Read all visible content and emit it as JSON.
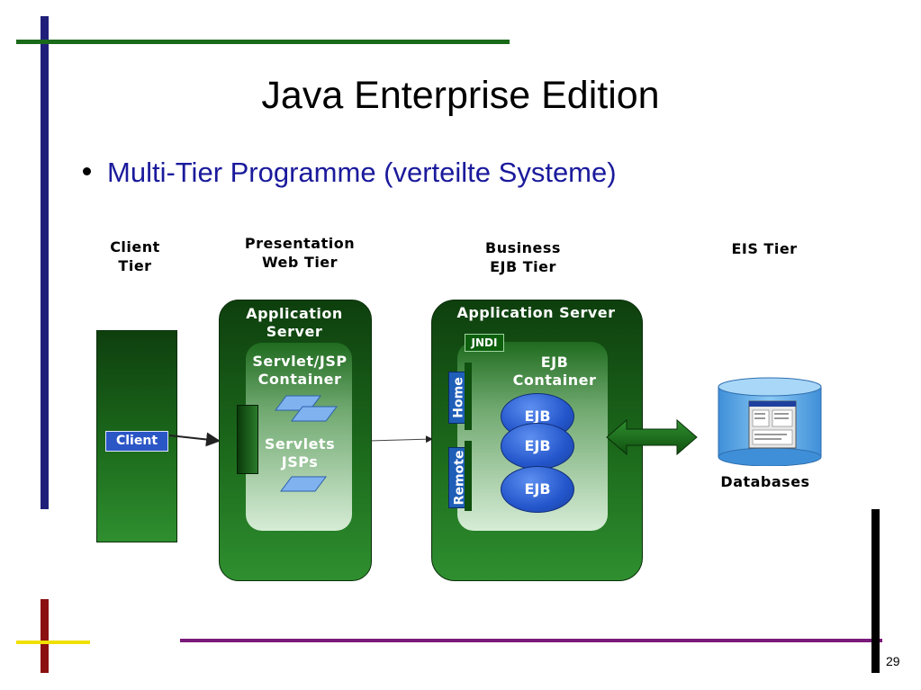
{
  "slide": {
    "title": "Java Enterprise Edition",
    "bullet": "Multi-Tier Programme (verteilte Systeme)",
    "page_number": "29"
  },
  "tiers": {
    "client": "Client\nTier",
    "presentation": "Presentation\nWeb Tier",
    "business": "Business\nEJB Tier",
    "eis": "EIS Tier"
  },
  "client": {
    "label": "Client"
  },
  "web_tier": {
    "server_label": "Application\nServer",
    "container_label": "Servlet/JSP\nContainer",
    "components_label": "Servlets\nJSPs"
  },
  "ejb_tier": {
    "server_label": "Application Server",
    "jndi_label": "JNDI",
    "container_label": "EJB\nContainer",
    "home_label": "Home",
    "remote_label": "Remote",
    "ejb_labels": [
      "EJB",
      "EJB",
      "EJB"
    ]
  },
  "database": {
    "label": "Databases"
  },
  "colors": {
    "navy": "#1f1f7a",
    "green": "#1a6a1a",
    "purple": "#7a1a7a",
    "yellow": "#f0e000",
    "darkred": "#8b1010",
    "ejb_blue": "#2456cc"
  }
}
